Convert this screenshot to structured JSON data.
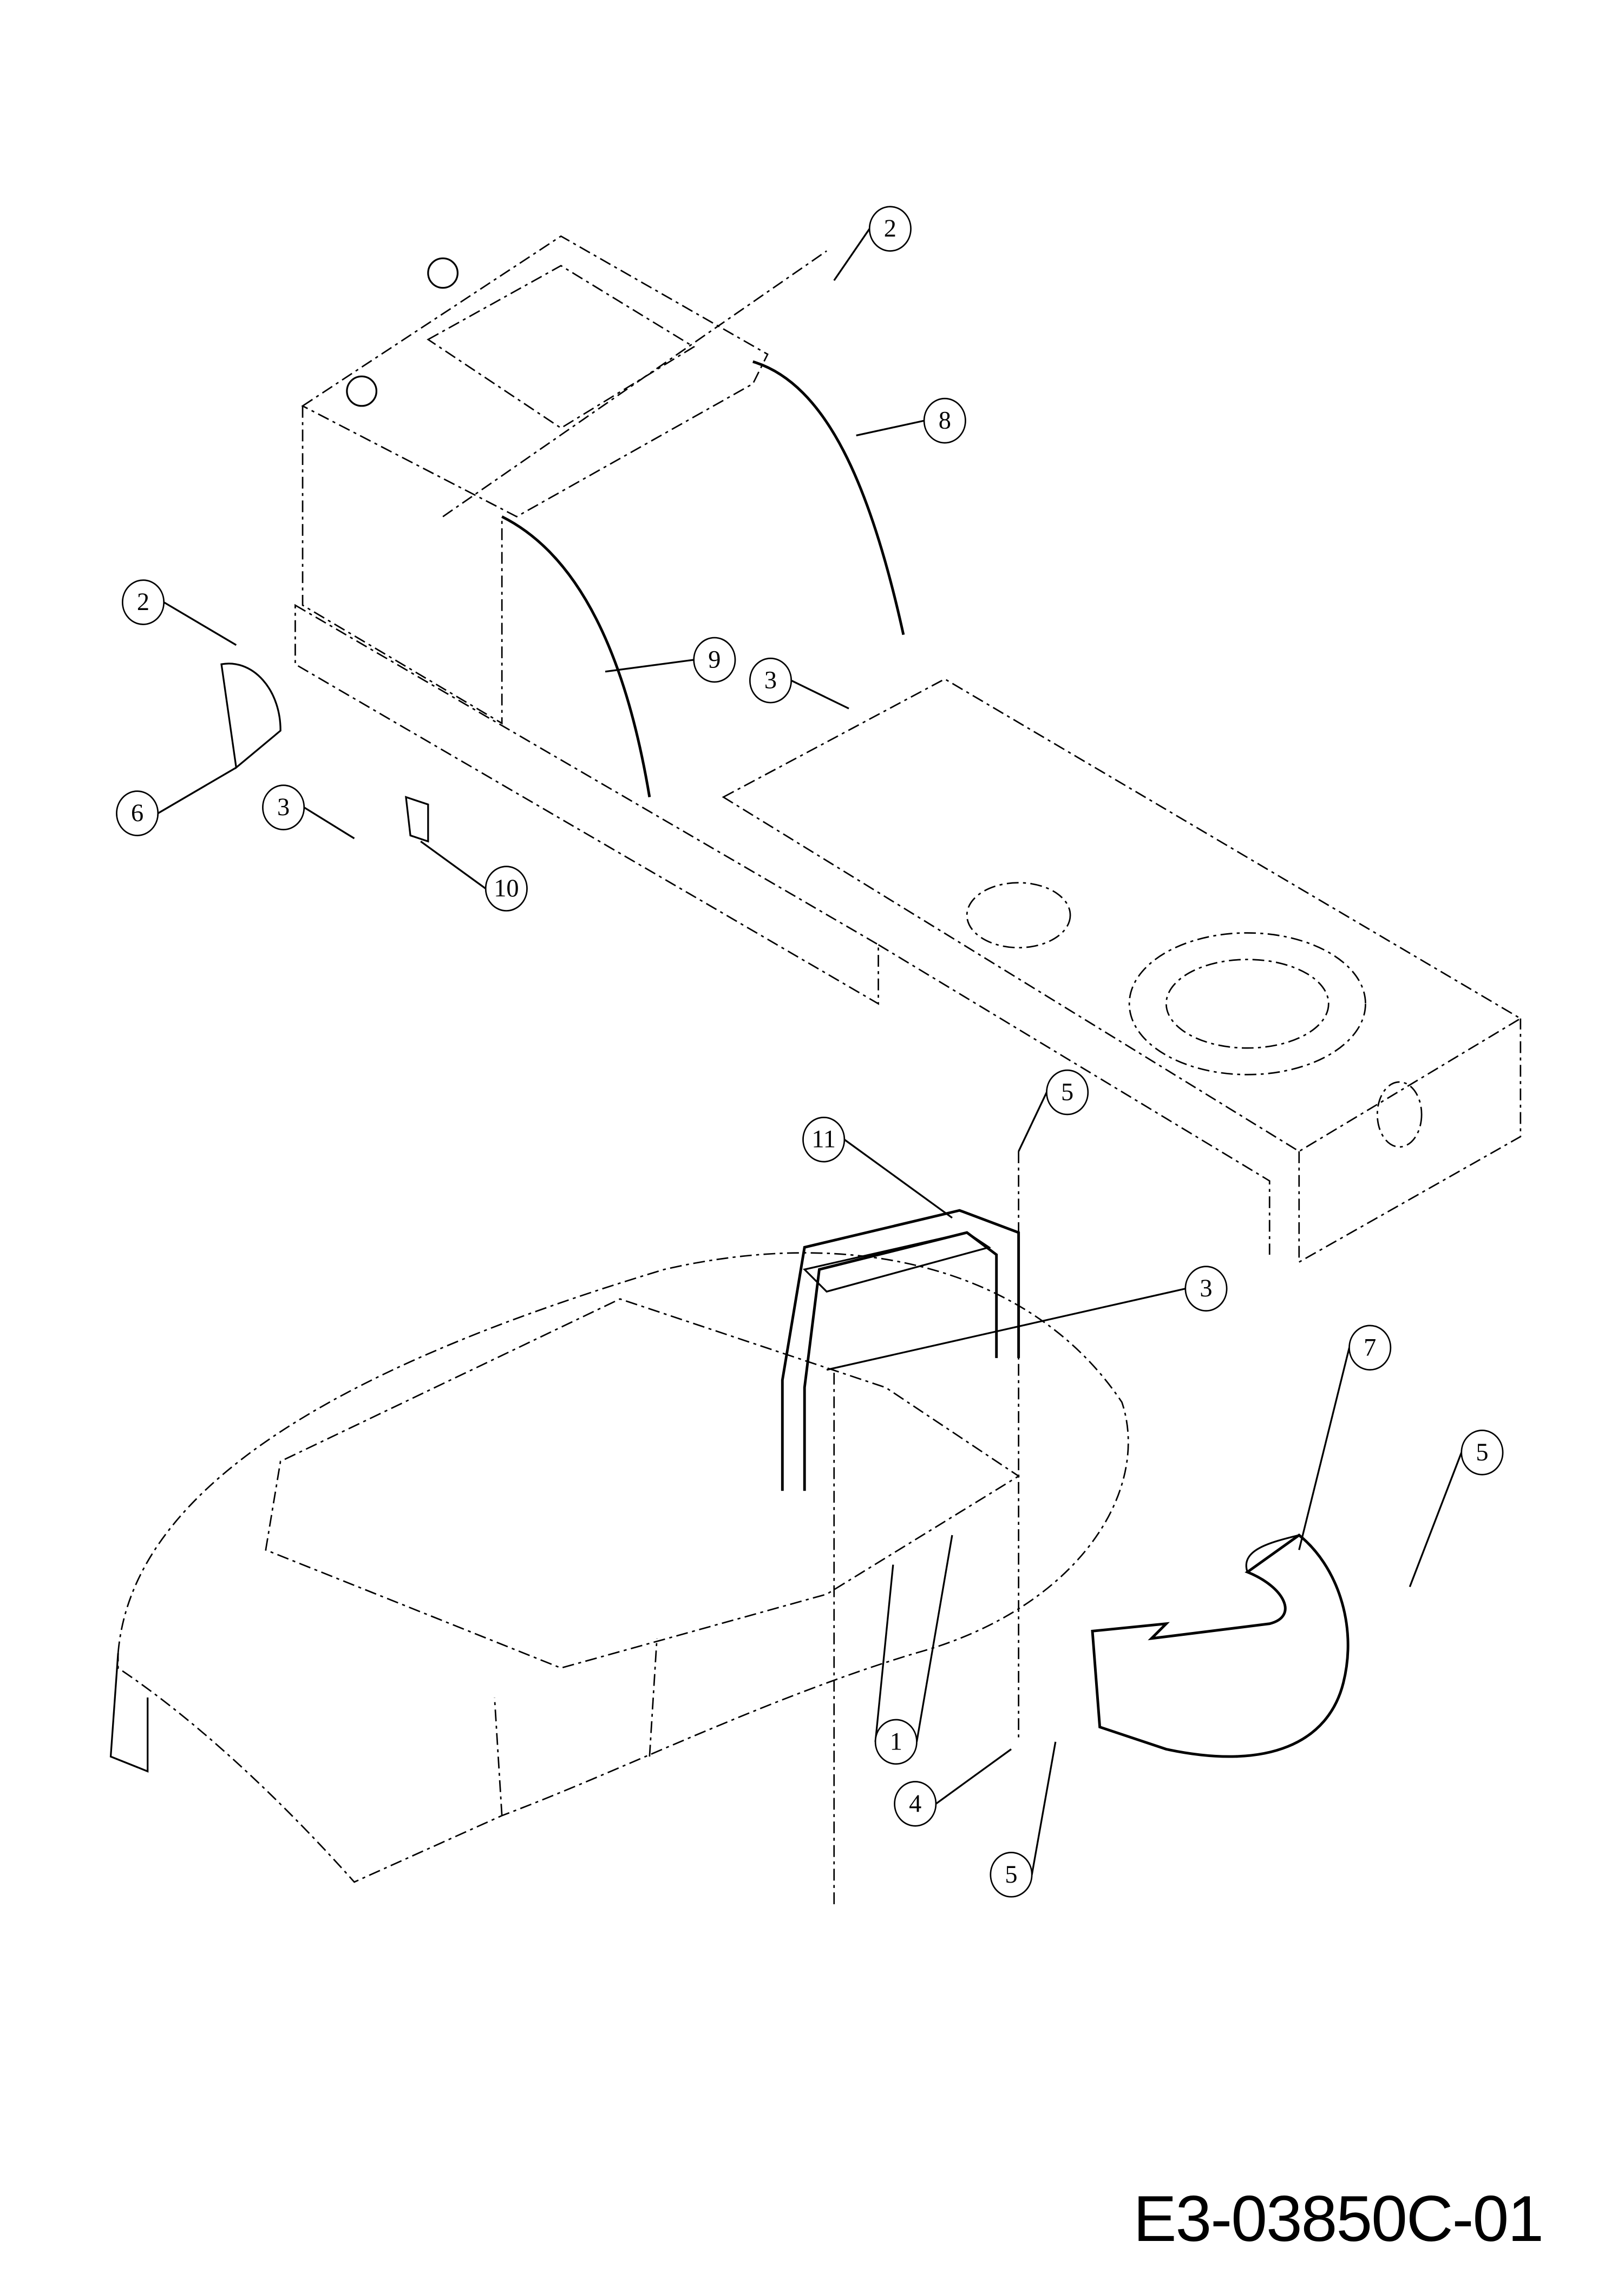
{
  "drawing_number": "E3-03850C-01",
  "callouts": [
    "2",
    "8",
    "2",
    "9",
    "3",
    "6",
    "3",
    "10",
    "5",
    "11",
    "3",
    "7",
    "5",
    "1",
    "4",
    "5"
  ],
  "colors": {
    "ink": "#000000",
    "background": "#ffffff"
  }
}
